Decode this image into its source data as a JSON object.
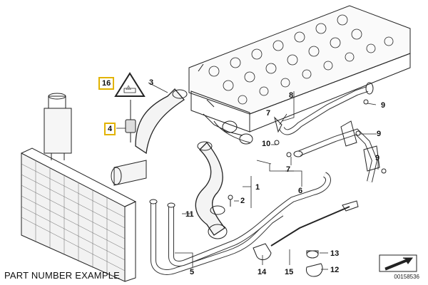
{
  "caption": "PART NUMBER EXAMPLE",
  "diagram_id": "00158536",
  "warning_symbol_text": "⚠",
  "colors": {
    "highlight": "#e2b300",
    "line": "#222222"
  },
  "callouts": {
    "c1": "1",
    "c2": "2",
    "c3": "3",
    "c4": "4",
    "c5": "5",
    "c6": "6",
    "c7a": "7",
    "c7b": "7",
    "c8": "8",
    "c9a": "9",
    "c9b": "9",
    "c9c": "9",
    "c10": "10",
    "c11": "11",
    "c12": "12",
    "c13": "13",
    "c14": "14",
    "c15": "15",
    "c16": "16"
  }
}
